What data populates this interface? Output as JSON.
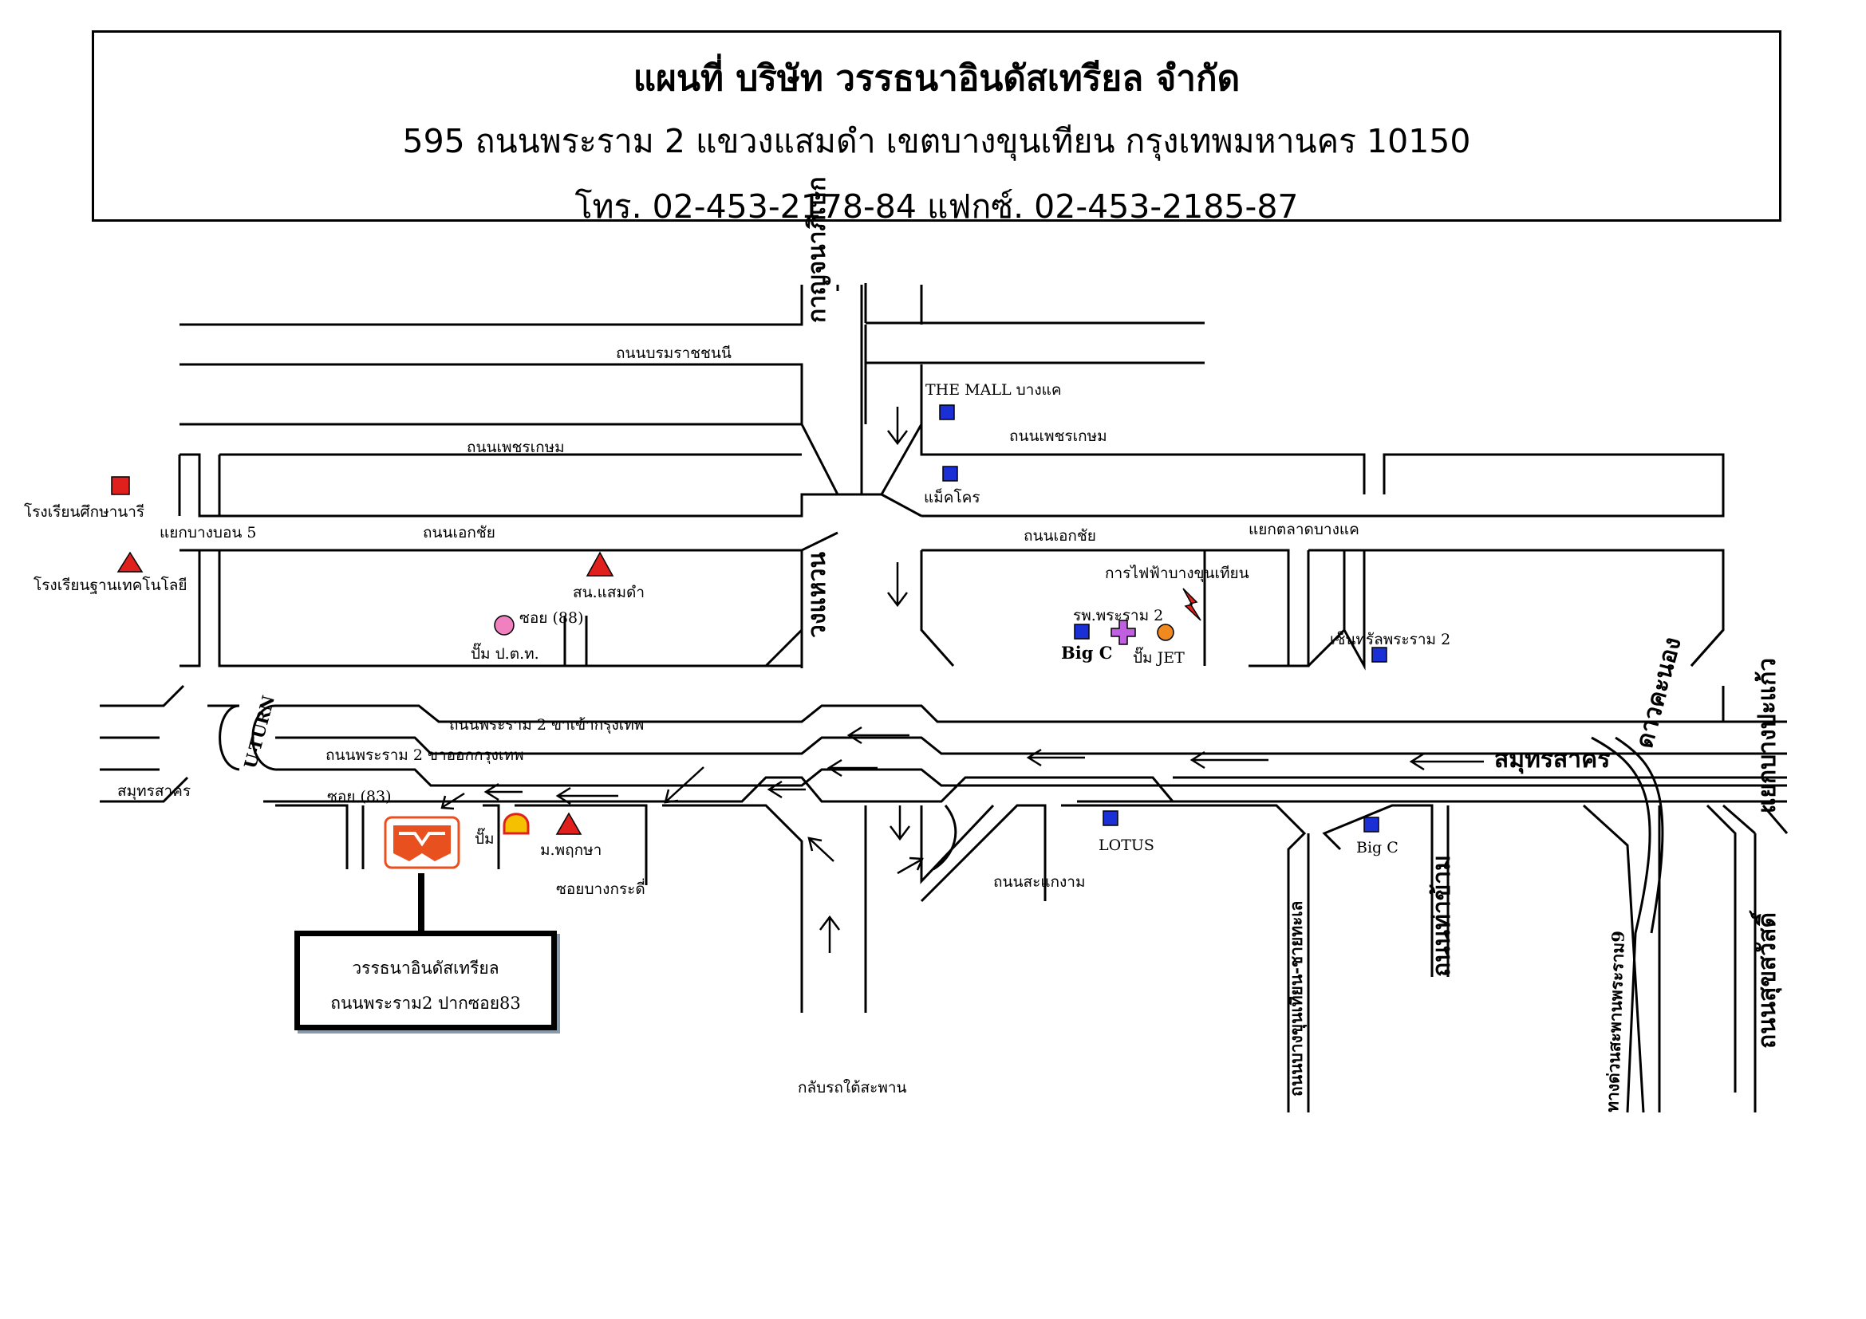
{
  "header": {
    "title": "แผนที่   บริษัท  วรรธนาอินดัสเทรียล  จำกัด",
    "address": "595 ถนนพระราม 2  แขวงแสมดำ  เขตบางขุนเทียน  กรุงเทพมหานคร  10150",
    "contact": "โทร. 02-453-2178-84 แฟกซ์. 02-453-2185-87"
  },
  "labels": {
    "rd_boromrat": "ถนนบรมราชชนนี",
    "rd_phetkasem_l": "ถนนเพชรเกษม",
    "rd_phetkasem_r": "ถนนเพชรเกษม",
    "rd_ekkachai_l": "ถนนเอกชัย",
    "rd_ekkachai_r": "ถนนเอกชัย",
    "rd_bangbon5": "แยกบางบอน 5",
    "rd_talat_bangkhae": "แยกตลาดบางแค",
    "rd_kanchana": "กาญจนาภิเษก",
    "rd_wongwaen": "วงแหวน",
    "rd_rama2_in": "ถนนพระราม  2 ขาเข้ากรุงเทพ",
    "rd_rama2_out": "ถนนพระราม  2 ขาออกกรุงเทพ",
    "rd_samutsakhon_l": "สมุทรสาคร",
    "rd_samutsakhon_r": "สมุทรสาคร",
    "rd_uturn": "U-TURN",
    "rd_soi83": "ซอย (83)",
    "rd_soi88": "ซอย  (88)",
    "rd_soi_bangkradi": "ซอยบางกระดี่",
    "rd_sakaengam": "ถนนสะแกงาม",
    "rd_bangkhunthian": "ถนนบางขุนเทียน-ชายทะเล",
    "rd_thakham": "ถนนท่าข้าม",
    "rd_motorway": "ทางด่วนสะพานพระราม9",
    "rd_daokhanong": "ดาวคะนอง",
    "rd_bangprakaeo": "แยกบางปะแก้ว",
    "rd_suksawat": "ถนนสุขสวัสดิ์",
    "rd_underbridge": "กลับรถใต้สะพาน",
    "pl_themall": "THE MALL บางแค",
    "pl_makro": "แม็คโคร",
    "pl_school1": "โรงเรียนศึกษานารี",
    "pl_school2": "โรงเรียนฐานเทคโนโลยี",
    "pl_police": "สน.แสมดำ",
    "pl_ptt": "ปั๊ม ป.ต.ท.",
    "pl_electric": "การไฟฟ้าบางขุนเทียน",
    "pl_hospital": "รพ.พระราม 2",
    "pl_bigc1": "Big C",
    "pl_jet": "ปั๊ม JET",
    "pl_central": "เซ็นทรัลพระราม 2",
    "pl_lotus": "LOTUS",
    "pl_bigc2": "Big C",
    "pl_shell": "ปั๊ม",
    "pl_university": "ม.พฤกษา"
  },
  "company_box": {
    "line1": "วรรธนาอินดัสเทรียล",
    "line2": "ถนนพระราม2 ปากซอย83"
  },
  "colors": {
    "road": "#000000",
    "store": "#1a2fd6",
    "landmark": "#e0201c",
    "fuel": "#f08a20",
    "logo": "#e85020",
    "hospital": "#c060e0"
  }
}
